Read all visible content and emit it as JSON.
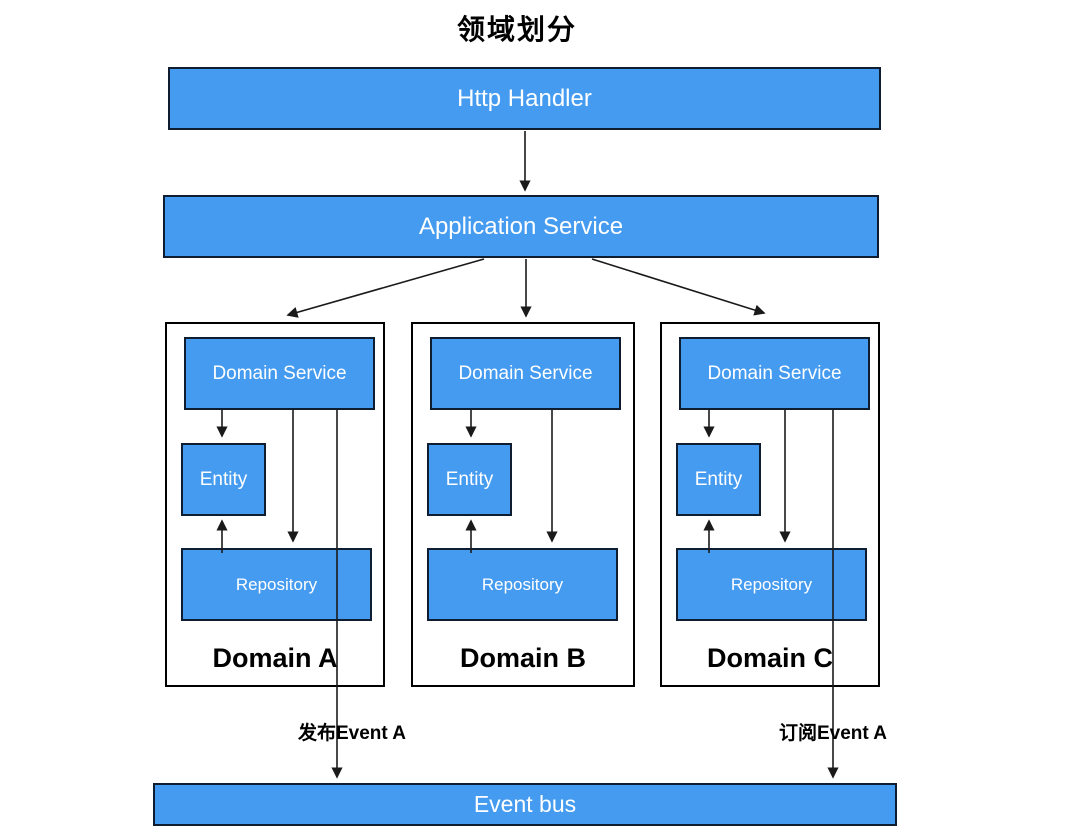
{
  "title": "领域划分",
  "colors": {
    "node_fill": "#449BF0",
    "node_border": "#0E1E30",
    "domain_border": "#000000",
    "arrow": "#1A1A1A",
    "node_text": "#FFFFFF",
    "label_text": "#000000"
  },
  "nodes": {
    "http_handler": "Http Handler",
    "application_service": "Application Service",
    "event_bus": "Event bus"
  },
  "domains": [
    {
      "label": "Domain A",
      "domain_service": "Domain Service",
      "entity": "Entity",
      "repository": "Repository"
    },
    {
      "label": "Domain B",
      "domain_service": "Domain Service",
      "entity": "Entity",
      "repository": "Repository"
    },
    {
      "label": "Domain C",
      "domain_service": "Domain Service",
      "entity": "Entity",
      "repository": "Repository"
    }
  ],
  "edges": {
    "publish_label": "发布Event A",
    "subscribe_label": "订阅Event A"
  }
}
